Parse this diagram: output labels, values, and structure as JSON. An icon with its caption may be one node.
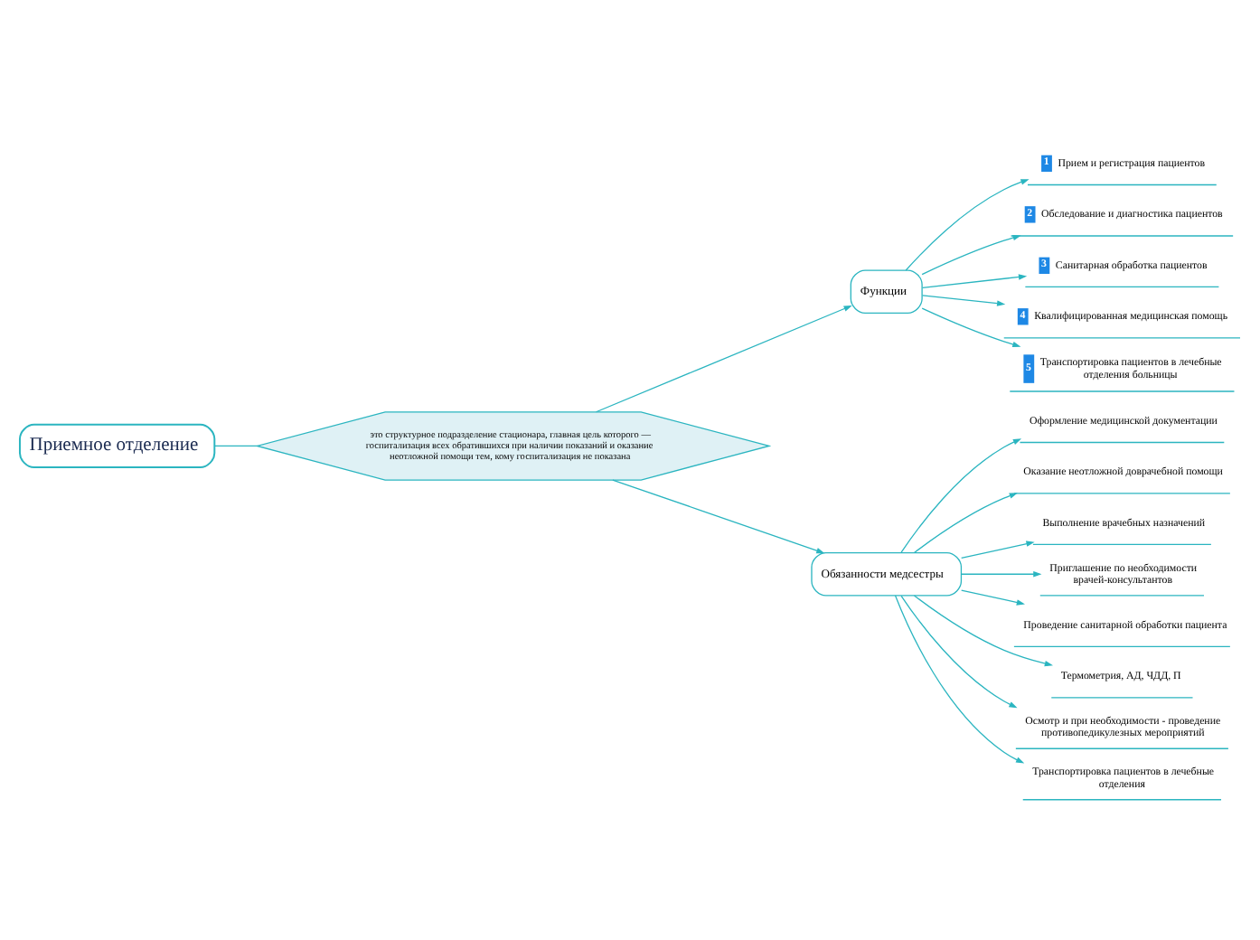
{
  "diagram": {
    "nodes": [
      {
        "text": [
          "Приемное отделение"
        ]
      },
      {
        "text": [
          "это структурное подразделение стационара, главная цель которого — госпитализация всех обратившихся при наличии показаний и оказание неотложной помощи тем, кому госпитализация не показана"
        ]
      },
      {
        "text": [
          "Функции"
        ]
      },
      {
        "text": [
          "1",
          "Прием и регистрация пациентов"
        ]
      },
      {
        "text": [
          "2",
          "Обследование и диагностика пациентов"
        ]
      },
      {
        "text": [
          "3",
          "Санитарная обработка пациентов"
        ]
      },
      {
        "text": [
          "4",
          "Квалифицированная медицинская помощь"
        ]
      },
      {
        "text": [
          "5",
          "Транспортировка пациентов в лечебные отделения больницы"
        ]
      },
      {
        "text": [
          "Обязанности медсестры"
        ]
      },
      {
        "text": [
          "Оформление медицинской документации"
        ]
      },
      {
        "text": [
          "Оказание неотложной доврачебной помощи"
        ]
      },
      {
        "text": [
          "Выполнение врачебных назначений"
        ]
      },
      {
        "text": [
          "Приглашение по необходимости врачей-консультантов"
        ]
      },
      {
        "text": [
          "Проведение санитарной обработки пациента"
        ]
      },
      {
        "text": [
          "Термометрия, АД, ЧДД, П"
        ]
      },
      {
        "text": [
          "Осмотр и при необходимости - проведение противопедикулезных мероприятий"
        ]
      },
      {
        "text": [
          "Транспортировка пациентов в лечебные отделения"
        ]
      }
    ],
    "edges": [
      {
        "from": 0,
        "to": 1,
        "arrow": "none"
      },
      {
        "from": 1,
        "to": 2,
        "arrow": "to"
      },
      {
        "from": 1,
        "to": 8,
        "arrow": "to"
      },
      {
        "from": 2,
        "to": 3,
        "arrow": "to"
      },
      {
        "from": 2,
        "to": 4,
        "arrow": "to"
      },
      {
        "from": 2,
        "to": 5,
        "arrow": "to"
      },
      {
        "from": 2,
        "to": 6,
        "arrow": "to"
      },
      {
        "from": 2,
        "to": 7,
        "arrow": "to"
      },
      {
        "from": 8,
        "to": 9,
        "arrow": "to"
      },
      {
        "from": 8,
        "to": 10,
        "arrow": "to"
      },
      {
        "from": 8,
        "to": 11,
        "arrow": "to"
      },
      {
        "from": 8,
        "to": 12,
        "arrow": "to"
      },
      {
        "from": 8,
        "to": 13,
        "arrow": "to"
      },
      {
        "from": 8,
        "to": 14,
        "arrow": "to"
      },
      {
        "from": 8,
        "to": 15,
        "arrow": "to"
      },
      {
        "from": 8,
        "to": 16,
        "arrow": "to"
      }
    ]
  }
}
